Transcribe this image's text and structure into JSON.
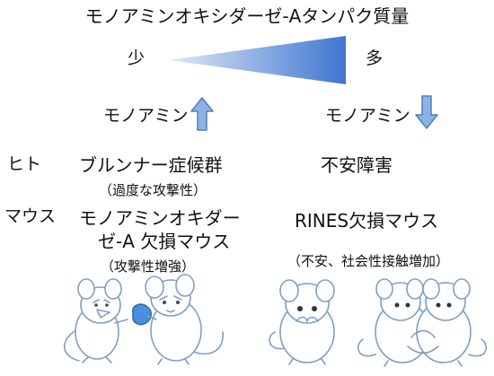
{
  "title": "モノアミンオキシダーゼ-Aタンパク質量",
  "levels": {
    "low": "少",
    "high": "多"
  },
  "columns": {
    "left": {
      "monoamine": "モノアミン",
      "monoamine_arrow": "up",
      "human_condition": "ブルンナー症候群",
      "human_note": "（過度な攻撃性）",
      "mouse_model_line1": "モノアミンオキダー",
      "mouse_model_line2": "ゼ-A 欠損マウス",
      "mouse_note": "（攻撃性増強）"
    },
    "right": {
      "monoamine": "モノアミン",
      "monoamine_arrow": "down",
      "human_condition": "不安障害",
      "mouse_model": "RINES欠損マウス",
      "mouse_note": "（不安、社会性接触増加）"
    }
  },
  "rows": {
    "human": "ヒト",
    "mouse": "マウス"
  },
  "colors": {
    "wedge_light": "#dfe9f8",
    "wedge_dark": "#3f76d0",
    "arrow_fill": "#8db3e2",
    "arrow_stroke": "#4f7fc0",
    "mouse_outline": "#7f9fc5",
    "glove": "#4a8fd8"
  }
}
